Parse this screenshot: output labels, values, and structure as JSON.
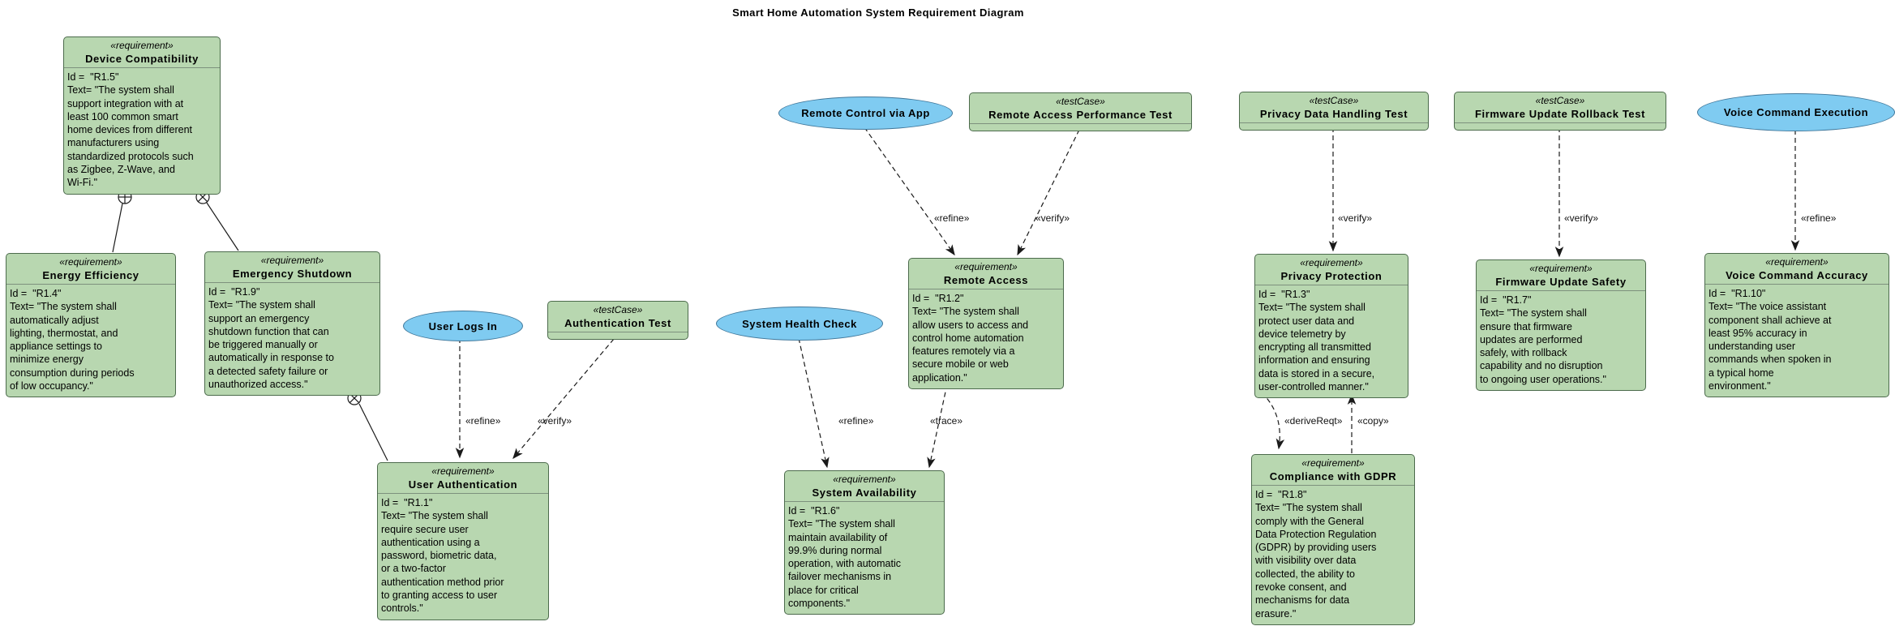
{
  "title": "Smart Home Automation System Requirement Diagram",
  "colors": {
    "requirement_fill": "#b8d7b0",
    "requirement_border": "#4c6b4c",
    "usecase_fill": "#7fcbf1",
    "usecase_border": "#41789b",
    "edge": "#1a1a1a"
  },
  "requirements": {
    "device_compatibility": {
      "stereotype": "«requirement»",
      "name": "Device Compatibility",
      "body": "Id =  \"R1.5\"\nText= \"The system shall\nsupport integration with at\nleast 100 common smart\nhome devices from different\nmanufacturers using\nstandardized protocols such\nas Zigbee, Z-Wave, and\nWi-Fi.\""
    },
    "energy_efficiency": {
      "stereotype": "«requirement»",
      "name": "Energy Efficiency",
      "body": "Id =  \"R1.4\"\nText= \"The system shall\nautomatically adjust\nlighting, thermostat, and\nappliance settings to\nminimize energy\nconsumption during periods\nof low occupancy.\""
    },
    "emergency_shutdown": {
      "stereotype": "«requirement»",
      "name": "Emergency Shutdown",
      "body": "Id =  \"R1.9\"\nText= \"The system shall\nsupport an emergency\nshutdown function that can\nbe triggered manually or\nautomatically in response to\na detected safety failure or\nunauthorized access.\""
    },
    "user_authentication": {
      "stereotype": "«requirement»",
      "name": "User Authentication",
      "body": "Id =  \"R1.1\"\nText= \"The system shall\nrequire secure user\nauthentication using a\npassword, biometric data,\nor a two-factor\nauthentication method prior\nto granting access to user\ncontrols.\""
    },
    "remote_access": {
      "stereotype": "«requirement»",
      "name": "Remote Access",
      "body": "Id =  \"R1.2\"\nText= \"The system shall\nallow users to access and\ncontrol home automation\nfeatures remotely via a\nsecure mobile or web\napplication.\""
    },
    "system_availability": {
      "stereotype": "«requirement»",
      "name": "System Availability",
      "body": "Id =  \"R1.6\"\nText= \"The system shall\nmaintain availability of\n99.9% during normal\noperation, with automatic\nfailover mechanisms in\nplace for critical\ncomponents.\""
    },
    "privacy_protection": {
      "stereotype": "«requirement»",
      "name": "Privacy Protection",
      "body": "Id =  \"R1.3\"\nText= \"The system shall\nprotect user data and\ndevice telemetry by\nencrypting all transmitted\ninformation and ensuring\ndata is stored in a secure,\nuser-controlled manner.\""
    },
    "compliance_with_gdpr": {
      "stereotype": "«requirement»",
      "name": "Compliance with GDPR",
      "body": "Id =  \"R1.8\"\nText= \"The system shall\ncomply with the General\nData Protection Regulation\n(GDPR) by providing users\nwith visibility over data\ncollected, the ability to\nrevoke consent, and\nmechanisms for data\nerasure.\""
    },
    "firmware_update_safety": {
      "stereotype": "«requirement»",
      "name": "Firmware Update Safety",
      "body": "Id =  \"R1.7\"\nText= \"The system shall\nensure that firmware\nupdates are performed\nsafely, with rollback\ncapability and no disruption\nto ongoing user operations.\""
    },
    "voice_command_accuracy": {
      "stereotype": "«requirement»",
      "name": "Voice Command Accuracy",
      "body": "Id =  \"R1.10\"\nText= \"The voice assistant\ncomponent shall achieve at\nleast 95% accuracy in\nunderstanding user\ncommands when spoken in\na typical home\nenvironment.\""
    }
  },
  "testcases": {
    "authentication_test": {
      "stereotype": "«testCase»",
      "name": "Authentication Test"
    },
    "remote_access_performance_test": {
      "stereotype": "«testCase»",
      "name": "Remote Access Performance Test"
    },
    "privacy_data_handling_test": {
      "stereotype": "«testCase»",
      "name": "Privacy Data Handling Test"
    },
    "firmware_update_rollback_test": {
      "stereotype": "«testCase»",
      "name": "Firmware Update Rollback Test"
    }
  },
  "usecases": {
    "user_logs_in": {
      "name": "User Logs In"
    },
    "system_health_check": {
      "name": "System Health Check"
    },
    "remote_control_via_app": {
      "name": "Remote Control via App"
    },
    "voice_command_execution": {
      "name": "Voice Command Execution"
    }
  },
  "edges": [
    {
      "from": "User Logs In",
      "to": "User Authentication",
      "label": "«refine»"
    },
    {
      "from": "Authentication Test",
      "to": "User Authentication",
      "label": "«verify»"
    },
    {
      "from": "System Health Check",
      "to": "System Availability",
      "label": "«refine»"
    },
    {
      "from": "Remote Access",
      "to": "System Availability",
      "label": "«trace»"
    },
    {
      "from": "Remote Control via App",
      "to": "Remote Access",
      "label": "«refine»"
    },
    {
      "from": "Remote Access Performance Test",
      "to": "Remote Access",
      "label": "«verify»"
    },
    {
      "from": "Privacy Data Handling Test",
      "to": "Privacy Protection",
      "label": "«verify»"
    },
    {
      "from": "Privacy Protection",
      "to": "Compliance with GDPR",
      "label": "«deriveReqt»"
    },
    {
      "from": "Compliance with GDPR",
      "to": "Privacy Protection",
      "label": "«copy»"
    },
    {
      "from": "Firmware Update Rollback Test",
      "to": "Firmware Update Safety",
      "label": "«verify»"
    },
    {
      "from": "Voice Command Execution",
      "to": "Voice Command Accuracy",
      "label": "«refine»"
    },
    {
      "from": "Device Compatibility",
      "to": "Energy Efficiency",
      "label": "",
      "type": "contains"
    },
    {
      "from": "Device Compatibility",
      "to": "Emergency Shutdown",
      "label": "",
      "type": "contains"
    },
    {
      "from": "Emergency Shutdown",
      "to": "User Authentication",
      "label": "",
      "type": "contains"
    }
  ]
}
